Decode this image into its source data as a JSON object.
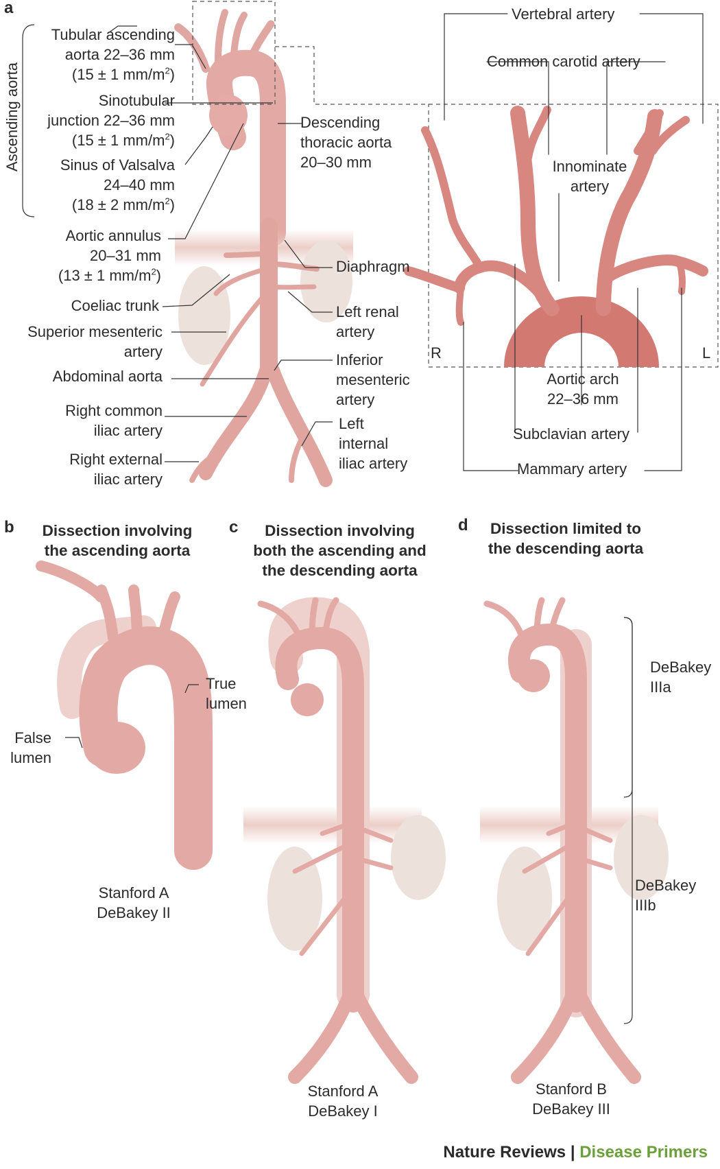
{
  "colors": {
    "vessel": "#e4aeaa",
    "vessel_dark": "#c97470",
    "arch_fill": "#d27a72",
    "false_lumen": "#eed0cc",
    "kidney": "#ede2db",
    "diaphragm": "#eac9c2",
    "leader": "#333333",
    "accent_green": "#6ca03a"
  },
  "panel_a": {
    "letter": "a",
    "ascending_aorta": "Ascending aorta",
    "tubular": [
      "Tubular ascending",
      "aorta 22–36 mm",
      "(15 ± 1 mm/m",
      "2",
      ")"
    ],
    "sinotubular": [
      "Sinotubular",
      "junction 22–36 mm",
      "(15 ± 1 mm/m",
      "2",
      ")"
    ],
    "sinus": [
      "Sinus of Valsalva",
      "24–40 mm",
      "(18 ± 2 mm/m",
      "2",
      ")"
    ],
    "annulus": [
      "Aortic annulus",
      "20–31 mm",
      "(13 ± 1 mm/m",
      "2",
      ")"
    ],
    "coeliac": "Coeliac trunk",
    "sma": [
      "Superior mesenteric",
      "artery"
    ],
    "abdominal": "Abdominal aorta",
    "rcia": [
      "Right common",
      "iliac artery"
    ],
    "reia": [
      "Right external",
      "iliac artery"
    ],
    "descending": [
      "Descending",
      "thoracic aorta",
      "20–30 mm"
    ],
    "diaphragm": "Diaphragm",
    "left_renal": [
      "Left renal",
      "artery"
    ],
    "ima": [
      "Inferior",
      "mesenteric",
      "artery"
    ],
    "liia": [
      "Left",
      "internal",
      "iliac artery"
    ],
    "vertebral": "Vertebral artery",
    "common_carotid": "Common carotid artery",
    "innominate": [
      "Innominate",
      "artery"
    ],
    "side_r": "R",
    "side_l": "L",
    "aortic_arch": [
      "Aortic arch",
      "22–36 mm"
    ],
    "subclavian": "Subclavian artery",
    "mammary": "Mammary artery"
  },
  "panel_b": {
    "letter": "b",
    "title": [
      "Dissection involving",
      "the ascending aorta"
    ],
    "true_lumen": [
      "True",
      "lumen"
    ],
    "false_lumen": [
      "False",
      "lumen"
    ],
    "class": [
      "Stanford A",
      "DeBakey II"
    ]
  },
  "panel_c": {
    "letter": "c",
    "title": [
      "Dissection involving",
      "both the ascending and",
      "the descending aorta"
    ],
    "class": [
      "Stanford A",
      "DeBakey I"
    ]
  },
  "panel_d": {
    "letter": "d",
    "title": [
      "Dissection limited to",
      "the descending aorta"
    ],
    "iiia": [
      "DeBakey",
      "IIIa"
    ],
    "iiib": [
      "DeBakey",
      "IIIb"
    ],
    "class": [
      "Stanford B",
      "DeBakey III"
    ]
  },
  "footer": {
    "journal": "Nature Reviews",
    "separator": "|",
    "series": "Disease Primers"
  }
}
